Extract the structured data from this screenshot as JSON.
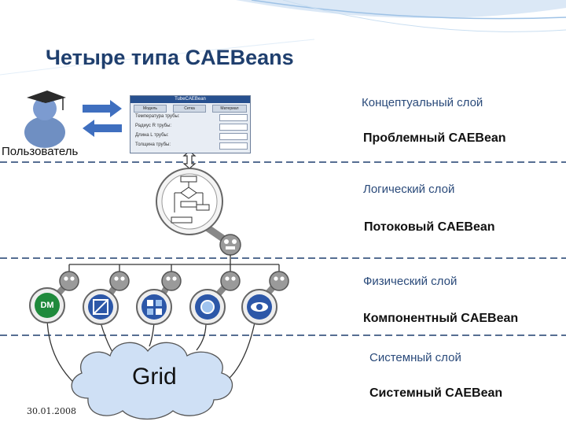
{
  "title": "Четыре типа CAEBeans",
  "user_label": "Пользователь",
  "layers": [
    {
      "layer": "Концептуальный слой",
      "bean": "Проблемный CAEBean"
    },
    {
      "layer": "Логический слой",
      "bean": "Потоковый CAEBean"
    },
    {
      "layer": "Физический слой",
      "bean": "Компонентный CAEBean"
    },
    {
      "layer": "Системный слой",
      "bean": "Системный CAEBean"
    }
  ],
  "form": {
    "title": "TubeCAEBean",
    "tabs": [
      "Модель",
      "Сетка",
      "Материал"
    ],
    "rows": [
      "Температура трубы:",
      "Радиус R трубы:",
      "Длина L трубы:",
      "Толщина трубы:"
    ]
  },
  "grid_label": "Grid",
  "component_badge": "DM",
  "date": "30.01.2008",
  "colors": {
    "title": "#1f3f6e",
    "layer_text": "#2a4a7a",
    "divider": "#1f3f6e",
    "cloud": "#cfe0f5"
  }
}
